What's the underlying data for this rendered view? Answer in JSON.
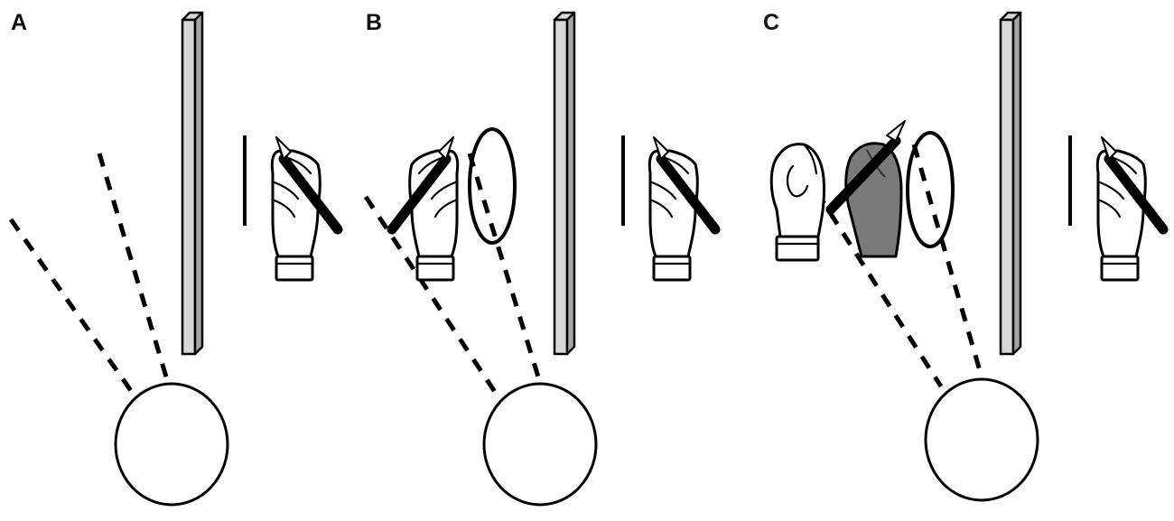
{
  "panels": [
    {
      "id": "A",
      "label": "A"
    },
    {
      "id": "B",
      "label": "B"
    },
    {
      "id": "C",
      "label": "C"
    }
  ],
  "colors": {
    "line": "#000000",
    "background": "#ffffff",
    "barrier_front": "#a6a6a6",
    "barrier_side": "#d8d8d8",
    "fake_hand": "#7a7a7a"
  }
}
